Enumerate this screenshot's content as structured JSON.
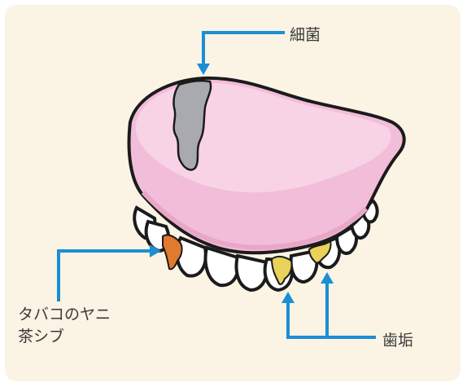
{
  "labels": {
    "bacteria": "細菌",
    "tobacco_line1": "タバコのヤニ",
    "tobacco_line2": "茶シブ",
    "tartar": "歯垢"
  },
  "colors": {
    "background": "#fbf3e4",
    "gum": "#f2bdd8",
    "gum_light": "#f8d3e6",
    "arrow": "#1a8fd4",
    "bacteria": "#a9a9b0",
    "tobacco_stain": "#e07a2e",
    "plaque": "#e8d25a",
    "outline": "#1b1b1b"
  }
}
